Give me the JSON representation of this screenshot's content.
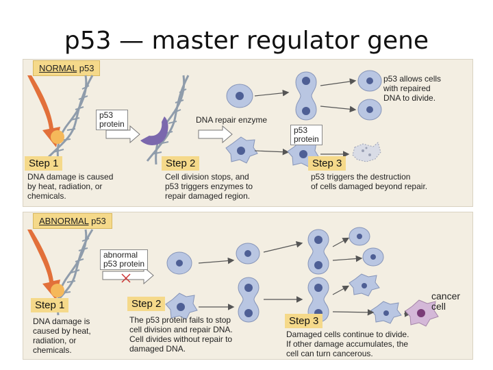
{
  "title": "p53 — master regulator gene",
  "normal": {
    "tag_underlined": "NORMAL",
    "tag_rest": " p53",
    "protein_label": "p53\nprotein",
    "enzyme_label": "DNA repair enzyme",
    "protein_label_2": "p53\nprotein",
    "outcome": "p53 allows cells\nwith repaired\nDNA to divide.",
    "steps": [
      {
        "label": "Step 1",
        "text": "DNA damage is caused\nby heat, radiation, or\nchemicals."
      },
      {
        "label": "Step 2",
        "text": "Cell division stops, and\np53 triggers enzymes to\nrepair damaged region."
      },
      {
        "label": "Step 3",
        "text": "p53 triggers the destruction\nof cells damaged beyond repair."
      }
    ]
  },
  "abnormal": {
    "tag_underlined": "ABNORMAL",
    "tag_rest": " p53",
    "protein_label": "abnormal\np53 protein",
    "cancer_label": "cancer\ncell",
    "steps": [
      {
        "label": "Step 1",
        "text": "DNA damage is\ncaused by heat,\nradiation, or\nchemicals."
      },
      {
        "label": "Step 2",
        "text": "The p53 protein fails to stop\ncell division and repair DNA.\nCell divides without repair to\ndamaged DNA."
      },
      {
        "label": "Step 3",
        "text": "Damaged cells continue to divide.\nIf other damage accumulates, the\ncell can turn cancerous."
      }
    ]
  },
  "colors": {
    "panel": "#f3eee2",
    "tag": "#f5d98a",
    "dna": "#9aa7b4",
    "arrow": "#e2703a",
    "cell": "#b9c6e2",
    "nucleus": "#4e5f95",
    "enzyme": "#7b68ad",
    "cancer": "#d4b8d8"
  }
}
